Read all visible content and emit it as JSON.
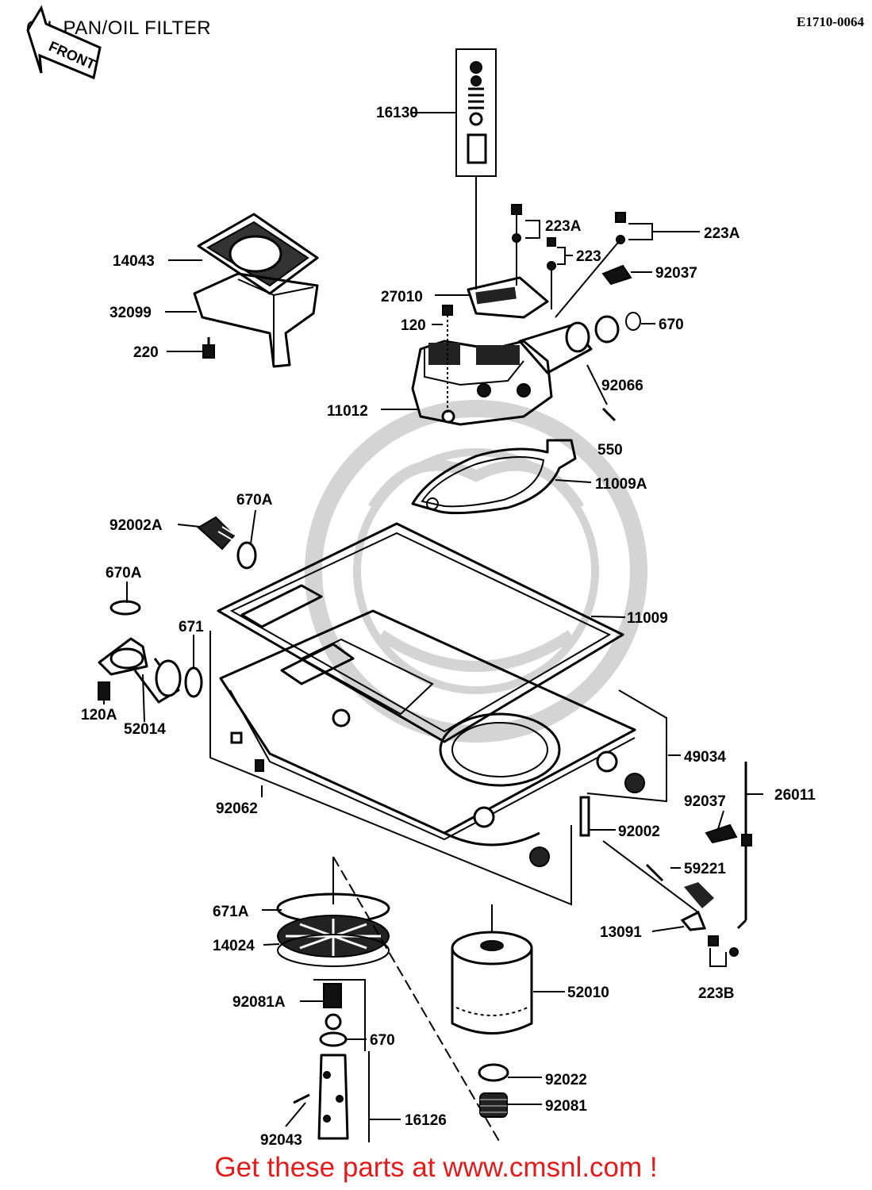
{
  "header": {
    "title": "OIL PAN/OIL FILTER",
    "ref_code": "E1710-0064"
  },
  "front_arrow": {
    "label": "FRONT"
  },
  "footer": {
    "promo": "Get these parts at www.cmsnl.com !"
  },
  "parts": [
    {
      "id": "p16130",
      "label": "16130"
    },
    {
      "id": "p223A_1",
      "label": "223A"
    },
    {
      "id": "p223A_2",
      "label": "223A"
    },
    {
      "id": "p223",
      "label": "223"
    },
    {
      "id": "p92037_1",
      "label": "92037"
    },
    {
      "id": "p14043",
      "label": "14043"
    },
    {
      "id": "p32099",
      "label": "32099"
    },
    {
      "id": "p27010",
      "label": "27010"
    },
    {
      "id": "p120",
      "label": "120"
    },
    {
      "id": "p670_1",
      "label": "670"
    },
    {
      "id": "p220",
      "label": "220"
    },
    {
      "id": "p92066",
      "label": "92066"
    },
    {
      "id": "p11012",
      "label": "11012"
    },
    {
      "id": "p550",
      "label": "550"
    },
    {
      "id": "p11009A",
      "label": "11009A"
    },
    {
      "id": "p670A_1",
      "label": "670A"
    },
    {
      "id": "p92002A",
      "label": "92002A"
    },
    {
      "id": "p670A_2",
      "label": "670A"
    },
    {
      "id": "p11009",
      "label": "11009"
    },
    {
      "id": "p671",
      "label": "671"
    },
    {
      "id": "p120A",
      "label": "120A"
    },
    {
      "id": "p52014",
      "label": "52014"
    },
    {
      "id": "p49034",
      "label": "49034"
    },
    {
      "id": "p92062",
      "label": "92062"
    },
    {
      "id": "p92037_2",
      "label": "92037"
    },
    {
      "id": "p26011",
      "label": "26011"
    },
    {
      "id": "p92002",
      "label": "92002"
    },
    {
      "id": "p59221",
      "label": "59221"
    },
    {
      "id": "p671A",
      "label": "671A"
    },
    {
      "id": "p13091",
      "label": "13091"
    },
    {
      "id": "p14024",
      "label": "14024"
    },
    {
      "id": "p223B",
      "label": "223B"
    },
    {
      "id": "p52010",
      "label": "52010"
    },
    {
      "id": "p92081A",
      "label": "92081A"
    },
    {
      "id": "p670_2",
      "label": "670"
    },
    {
      "id": "p92022",
      "label": "92022"
    },
    {
      "id": "p92081",
      "label": "92081"
    },
    {
      "id": "p16126",
      "label": "16126"
    },
    {
      "id": "p92043",
      "label": "92043"
    }
  ]
}
